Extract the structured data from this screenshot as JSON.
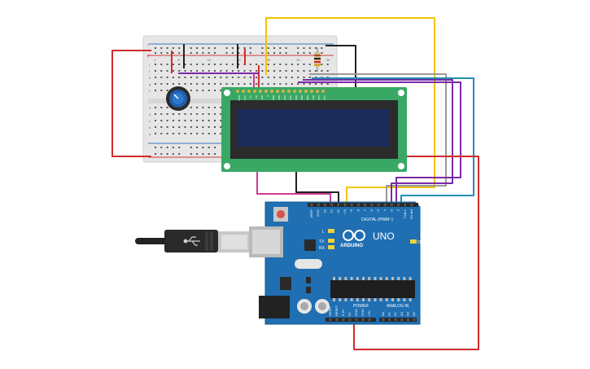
{
  "board": {
    "logo_text": "ARDUINO",
    "model": "UNO",
    "digital_header": "DIGITAL (PWM~)",
    "power_header": "POWER",
    "analog_header": "ANALOG IN",
    "led_on": "ON",
    "led_l": "L",
    "led_tx": "TX",
    "led_rx": "RX",
    "digital_pins": [
      "AREF",
      "GND",
      "13",
      "12",
      "~11",
      "~10",
      "~9",
      "8",
      "7",
      "~6",
      "~5",
      "4",
      "~3",
      "2",
      "TX►1",
      "RX◄0"
    ],
    "power_pins": [
      "IOREF",
      "RESET",
      "3.3V",
      "5V",
      "GND",
      "GND",
      "VIN"
    ],
    "analog_pins": [
      "A0",
      "A1",
      "A2",
      "A3",
      "A4",
      "A5"
    ]
  },
  "lcd": {
    "pin_labels": [
      "GND",
      "VCC",
      "V0",
      "RS",
      "RW",
      "E",
      "DB0",
      "DB1",
      "DB2",
      "DB3",
      "DB4",
      "DB5",
      "DB6",
      "DB7",
      "LED",
      "LED"
    ]
  },
  "breadboard": {
    "col_numbers": [
      "1",
      "5",
      "10",
      "15",
      "20",
      "25",
      "30"
    ],
    "row_letters_top": [
      "j",
      "i",
      "h",
      "g",
      "f"
    ],
    "row_letters_bottom": [
      "e",
      "d",
      "c",
      "b",
      "a"
    ]
  },
  "colors": {
    "arduino_blue": "#1f6fb2",
    "lcd_green": "#3aa865",
    "lcd_screen": "#1c2a5a",
    "wire_red": "#d22b2b",
    "wire_yellow": "#f2c400",
    "wire_black": "#222222",
    "wire_purple": "#7a2aa8",
    "wire_gray": "#9a9a9a",
    "wire_teal": "#1f8fb5",
    "wire_pink": "#d0389a"
  }
}
